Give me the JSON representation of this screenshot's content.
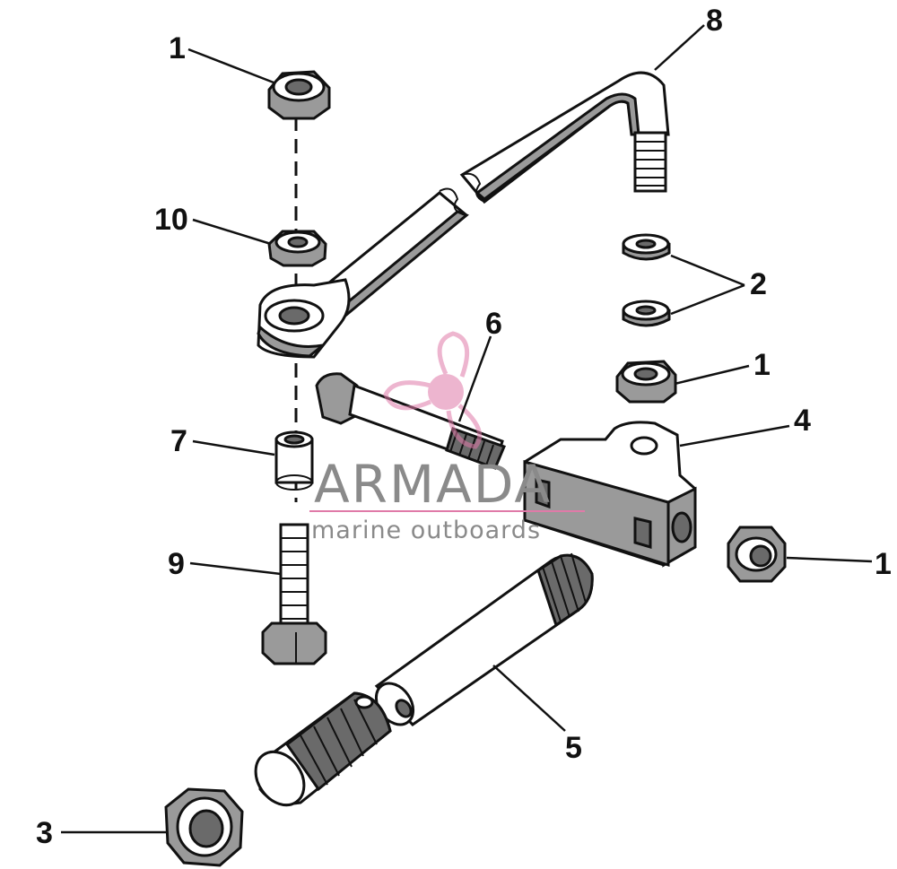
{
  "callouts": {
    "c1_top": "1",
    "c10": "10",
    "c7": "7",
    "c9": "9",
    "c3": "3",
    "c8": "8",
    "c2": "2",
    "c1_mid": "1",
    "c6": "6",
    "c4": "4",
    "c1_right": "1",
    "c5": "5"
  },
  "watermark": {
    "title": "ARMADA",
    "subtitle": "marine outboards",
    "logo_color": "#e07aa8"
  }
}
